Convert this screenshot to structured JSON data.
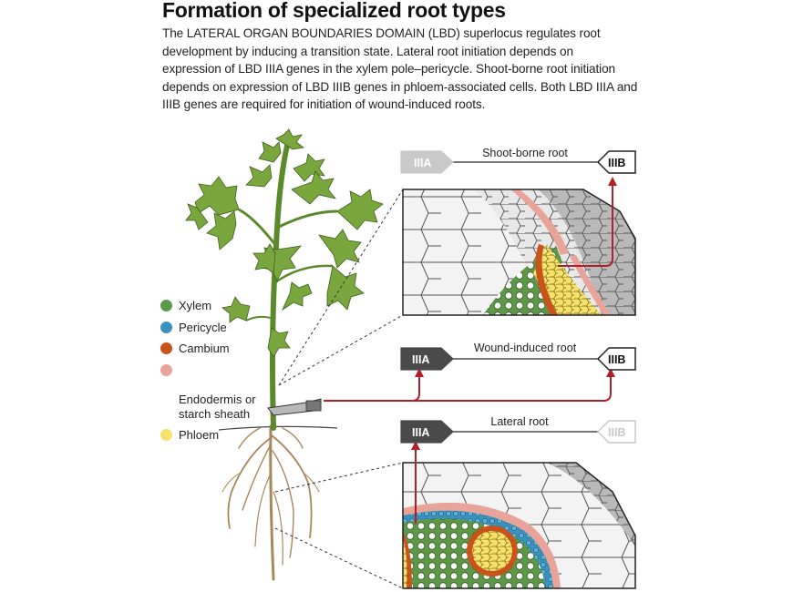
{
  "header": {
    "title": "Formation of specialized root types",
    "description_lines": [
      "The LATERAL ORGAN BOUNDARIES DOMAIN (LBD) superlocus regulates root",
      "development by inducing a transition state. Lateral root initiation depends on",
      "expression of LBD IIIA genes in the xylem pole–pericycle. Shoot-borne root initiation",
      "depends on expression of LBD IIIB genes in phloem-associated cells. Both LBD IIIA and",
      "IIIB genes are required for initiation of wound-induced roots."
    ]
  },
  "legend": {
    "items": [
      {
        "label": "Xylem",
        "color": "#5c9a4a"
      },
      {
        "label": "Pericycle",
        "color": "#3a92bd"
      },
      {
        "label": "Cambium",
        "color": "#c9531a"
      },
      {
        "label": "Endodermis or\nstarch sheath",
        "color": "#e8a49b"
      },
      {
        "label": "Phloem",
        "color": "#f6e26b"
      }
    ]
  },
  "panels": {
    "shoot_borne": {
      "title": "Shoot-borne root",
      "left_tag": "IIIA",
      "right_tag": "IIIB",
      "left_active": false,
      "right_active": true
    },
    "wound_induced": {
      "title": "Wound-induced root",
      "left_tag": "IIIA",
      "right_tag": "IIIB",
      "left_active": true,
      "right_active": true
    },
    "lateral": {
      "title": "Lateral root",
      "left_tag": "IIIA",
      "right_tag": "IIIB",
      "left_active": true,
      "right_active": false
    }
  },
  "colors": {
    "active_tag": "#4a4a4a",
    "inactive_tag": "#c9c9c9",
    "arrow": "#b0202a",
    "stem": "#6e9a3a",
    "leaf": "#7aa63e",
    "root": "#a8875a",
    "cell_fill": "#f1f1f1",
    "cell_grey": "#bdbdbd"
  }
}
